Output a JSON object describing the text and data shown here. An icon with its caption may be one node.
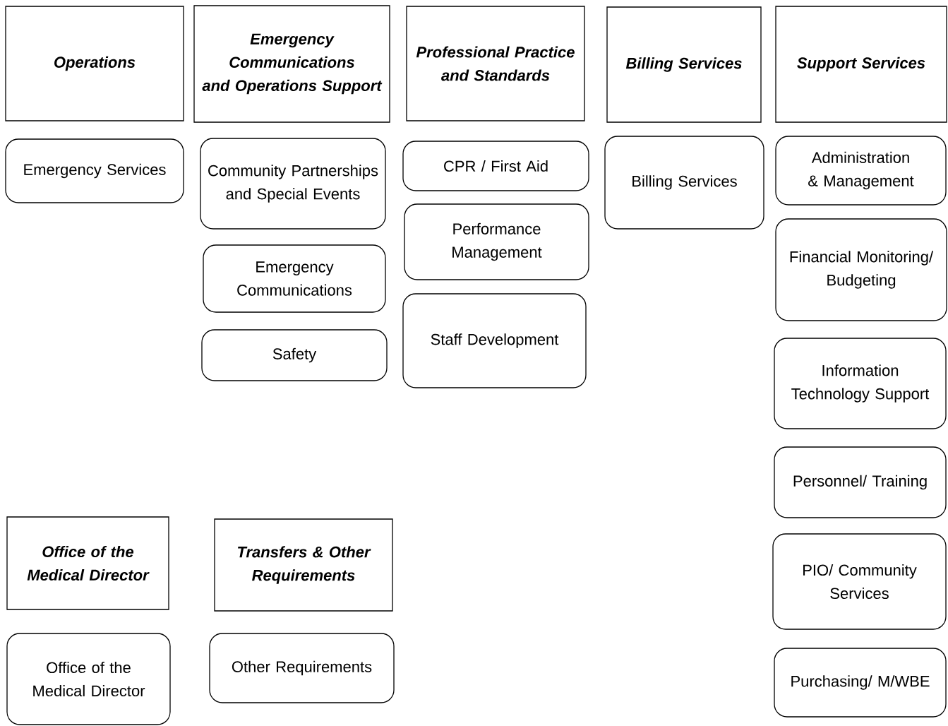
{
  "diagram": {
    "nodes": [
      {
        "text": [
          "Operations"
        ]
      },
      {
        "text": [
          "Emergency Services"
        ]
      },
      {
        "text": [
          "Emergency Communications and Operations Support"
        ]
      },
      {
        "text": [
          "Community Partnerships and Special Events"
        ]
      },
      {
        "text": [
          "Emergency Communications"
        ]
      },
      {
        "text": [
          "Safety"
        ]
      },
      {
        "text": [
          "Professional Practice and Standards"
        ]
      },
      {
        "text": [
          "CPR / First Aid"
        ]
      },
      {
        "text": [
          "Performance Management"
        ]
      },
      {
        "text": [
          "Staff Development"
        ]
      },
      {
        "text": [
          "Billing Services"
        ]
      },
      {
        "text": [
          "Billing Services"
        ]
      },
      {
        "text": [
          "Support Services"
        ]
      },
      {
        "text": [
          "Administration & Management"
        ]
      },
      {
        "text": [
          "Financial Monitoring/ Budgeting"
        ]
      },
      {
        "text": [
          "Information Technology Support"
        ]
      },
      {
        "text": [
          "Personnel/ Training"
        ]
      },
      {
        "text": [
          "PIO/ Community Services"
        ]
      },
      {
        "text": [
          "Purchasing/ M/WBE"
        ]
      },
      {
        "text": [
          "Office of the Medical Director"
        ]
      },
      {
        "text": [
          "Office of the Medical Director"
        ]
      },
      {
        "text": [
          "Transfers & Other Requirements"
        ]
      },
      {
        "text": [
          "Other Requirements"
        ]
      }
    ],
    "edges": []
  }
}
